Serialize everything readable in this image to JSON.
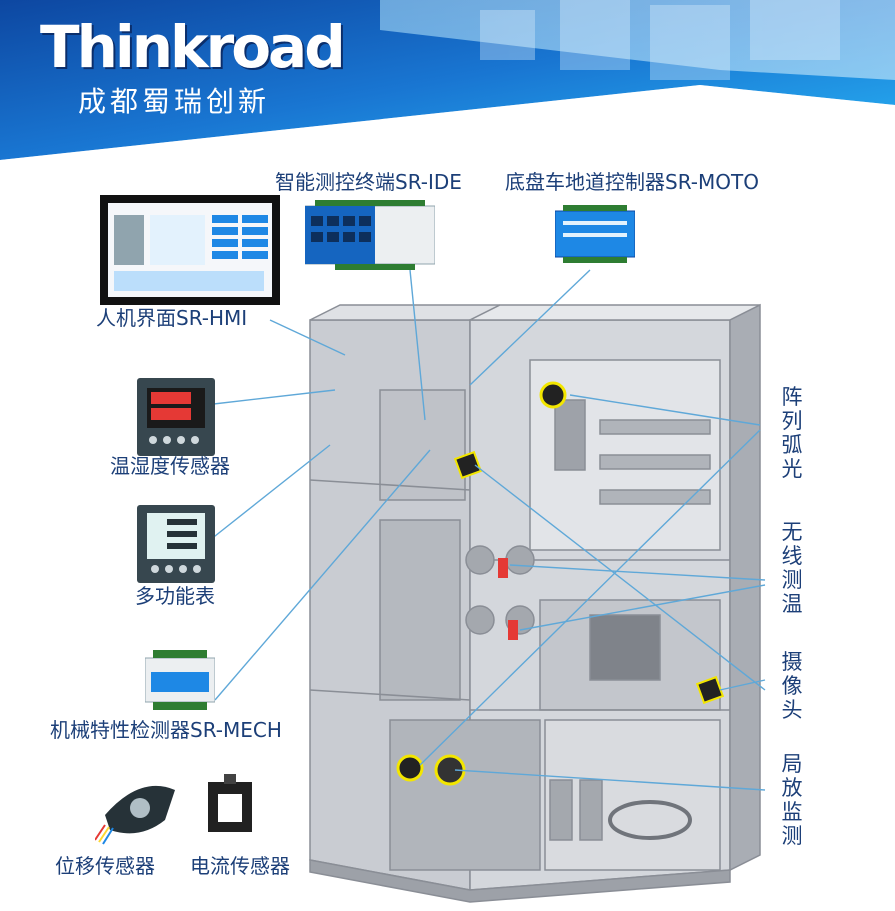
{
  "brand": {
    "logo": "Thinkroad",
    "company": "成都蜀瑞创新"
  },
  "labels": {
    "hmi": "人机界面SR-HMI",
    "ide": "智能测控终端SR-IDE",
    "moto": "底盘车地道控制器SR-MOTO",
    "temp_humidity": "温湿度传感器",
    "multimeter": "多功能表",
    "mech": "机械特性检测器SR-MECH",
    "displacement": "位移传感器",
    "current": "电流传感器",
    "arc_light": "阵列弧光",
    "wireless_temp": "无线测温",
    "camera": "摄像头",
    "partial_discharge": "局放监测"
  },
  "colors": {
    "label_text": "#1c3f78",
    "banner_blue": "#1565c0",
    "leader_line": "#5fa8d8",
    "cabinet": "#b9bcc2"
  }
}
